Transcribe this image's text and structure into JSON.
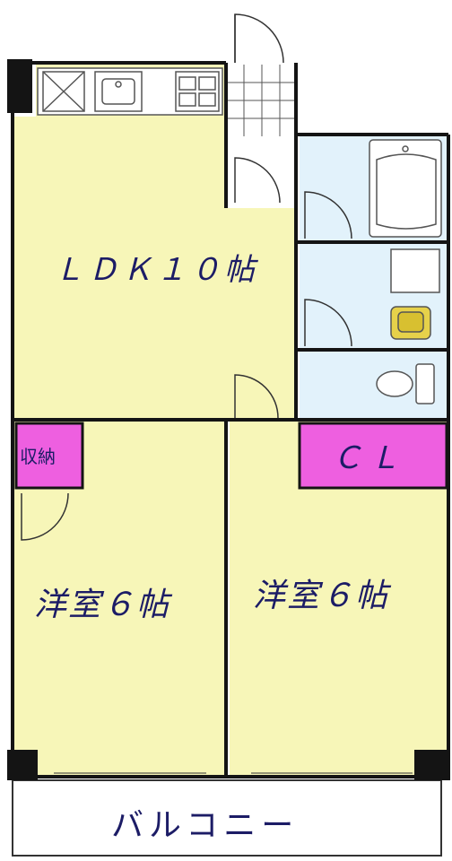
{
  "rooms": {
    "ldk": "ＬＤＫ１０帖",
    "storage": "収納",
    "closet": "ＣＬ",
    "western_left": "洋室６帖",
    "western_right": "洋室６帖",
    "balcony": "バルコニー"
  },
  "colors": {
    "floor_yellow": "#f7f6b8",
    "wet_area_blue": "#e2f2fb",
    "closet_magenta": "#ee5fe0",
    "wall": "#141414",
    "label_navy": "#1c1c66"
  }
}
